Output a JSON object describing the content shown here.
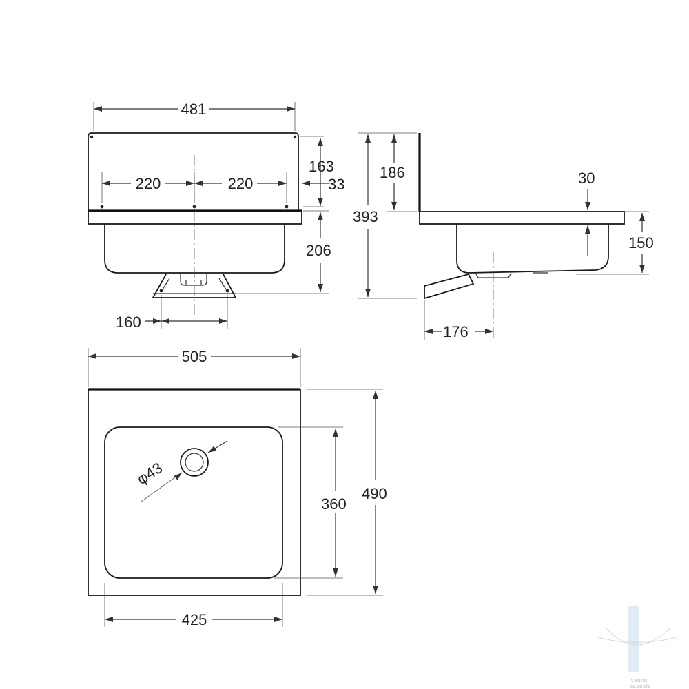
{
  "dimensions": {
    "top_width": "481",
    "left_spacing": "220",
    "right_spacing": "220",
    "backsplash_height": "163",
    "hole_offset": "33",
    "bowl_depth": "206",
    "bracket_width": "160",
    "overall_height": "393",
    "side_backsplash_height": "186",
    "rim_thickness": "30",
    "bowl_height": "150",
    "drain_offset": "176",
    "plan_width": "505",
    "drain_diameter": "φ43",
    "bowl_length": "360",
    "plan_depth": "490",
    "bowl_width": "425"
  },
  "watermark": {
    "line1": "vannu",
    "line2": "pasaule"
  },
  "colors": {
    "line": "#333333",
    "text": "#222222",
    "watermark": "#8fb3c8"
  }
}
